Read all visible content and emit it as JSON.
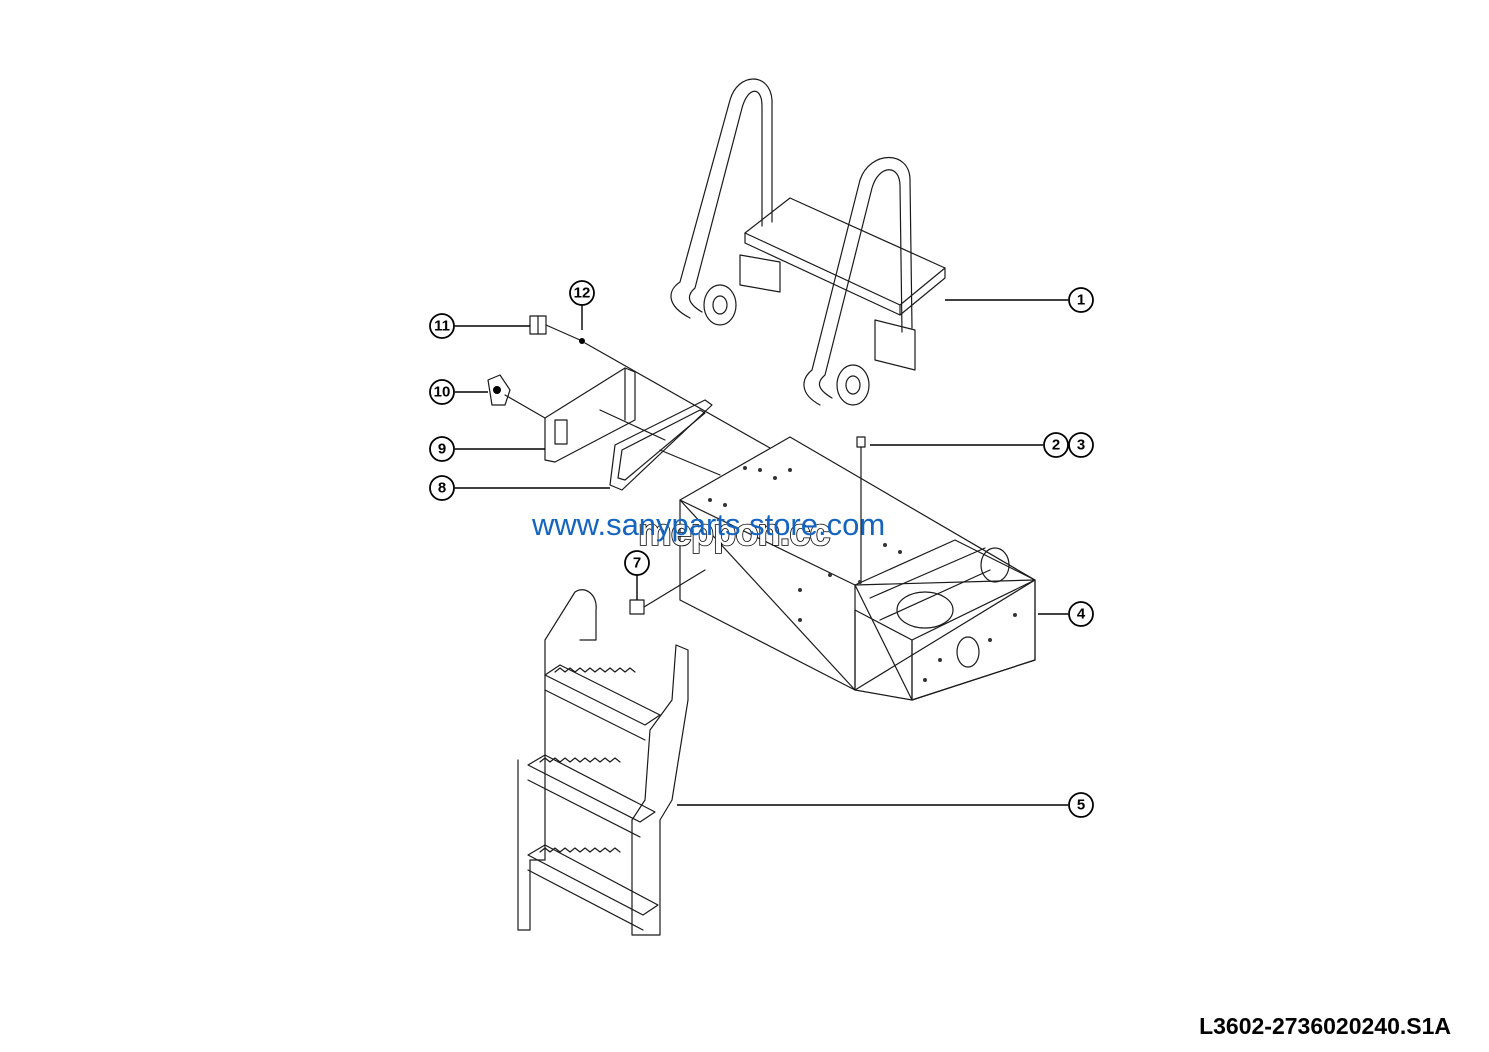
{
  "callouts": [
    {
      "label": "1"
    },
    {
      "label": "2"
    },
    {
      "label": "3"
    },
    {
      "label": "4"
    },
    {
      "label": "5"
    },
    {
      "label": "7"
    },
    {
      "label": "8"
    },
    {
      "label": "9"
    },
    {
      "label": "10"
    },
    {
      "label": "11"
    },
    {
      "label": "12"
    }
  ],
  "watermarks": {
    "url": "www.sanyparts store.com",
    "brand": "meppon.cc"
  },
  "drawing_code": "L3602-2736020240.S1A",
  "colors": {
    "line": "#1a1a1a",
    "watermark_url": "#1565c0"
  }
}
